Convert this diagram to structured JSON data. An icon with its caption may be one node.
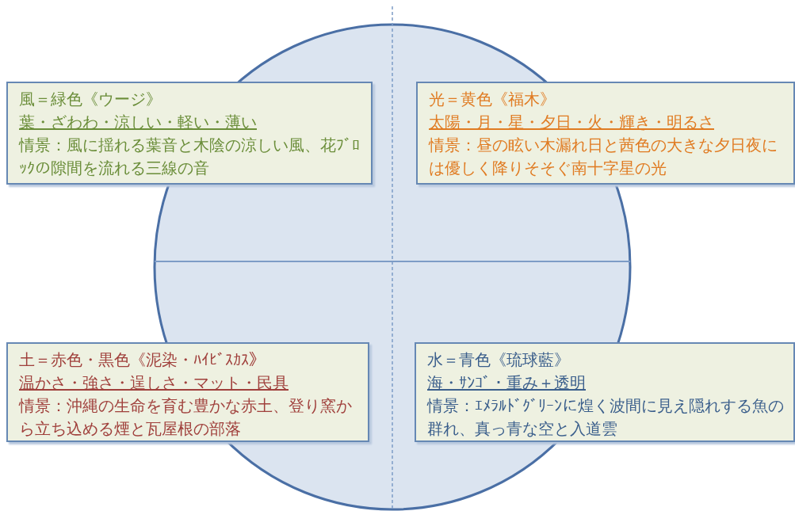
{
  "diagram": {
    "nodes": [
      {
        "text": [
          "風＝緑色《ウージ》",
          "葉・ざわわ・涼しい・軽い・薄い",
          "情景：風に揺れる葉音と木陰の涼しい風、花ﾌﾞﾛｯｸの隙間を流れる三線の音"
        ]
      },
      {
        "text": [
          "光＝黄色《福木》",
          "太陽・月・星・夕日・火・輝き・明るさ",
          "情景：昼の眩い木漏れ日と茜色の大きな夕日夜には優しく降りそそぐ南十字星の光"
        ]
      },
      {
        "text": [
          "土＝赤色・黒色《泥染・ﾊｲﾋﾞｽｶｽ》",
          "温かさ・強さ・逞しさ・マット・民具",
          "情景：沖縄の生命を育む豊かな赤土、登り窯から立ち込める煙と瓦屋根の部落"
        ]
      },
      {
        "text": [
          "水＝青色《琉球藍》",
          "海・ｻﾝｺﾞ・重み＋透明",
          "情景：ｴﾒﾗﾙﾄﾞｸﾞﾘｰﾝに煌く波間に見え隠れする魚の群れ、真っ青な空と入道雲"
        ]
      }
    ]
  }
}
